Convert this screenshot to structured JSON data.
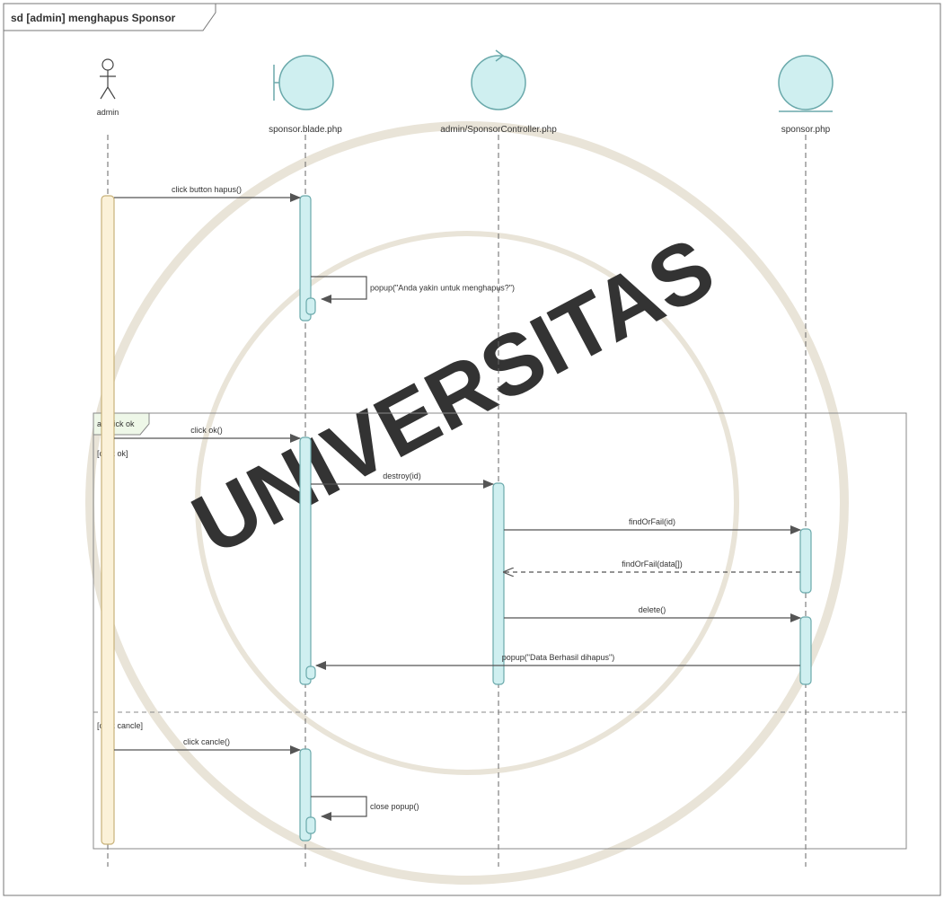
{
  "diagram": {
    "frame_title": "sd [admin] menghapus Sponsor",
    "watermark": "UNIVERSITAS",
    "colors": {
      "lifeline_fill": "#cfeff0",
      "lifeline_stroke": "#6aa9ab",
      "actor_activation_fill": "#fbf1d8",
      "actor_activation_stroke": "#c8b27a",
      "line": "#555555",
      "fragment_tab": "#eef7e8"
    },
    "lifelines": [
      {
        "name": "admin",
        "kind": "actor"
      },
      {
        "name": "sponsor.blade.php",
        "kind": "boundary"
      },
      {
        "name": "admin/SponsorController.php",
        "kind": "control"
      },
      {
        "name": "sponsor.php",
        "kind": "entity"
      }
    ],
    "fragment": {
      "label": "alt click ok",
      "guards": [
        "[click ok]",
        "[click cancle]"
      ]
    },
    "messages": [
      {
        "label": "click button hapus()",
        "from": "admin",
        "to": "sponsor.blade.php",
        "type": "sync"
      },
      {
        "label": "popup(\"Anda yakin untuk menghapus?\")",
        "from": "sponsor.blade.php",
        "to": "sponsor.blade.php",
        "type": "self"
      },
      {
        "label": "click ok()",
        "from": "admin",
        "to": "sponsor.blade.php",
        "type": "sync"
      },
      {
        "label": "destroy(id)",
        "from": "sponsor.blade.php",
        "to": "admin/SponsorController.php",
        "type": "sync"
      },
      {
        "label": "findOrFail(id)",
        "from": "admin/SponsorController.php",
        "to": "sponsor.php",
        "type": "sync"
      },
      {
        "label": "findOrFail(data[])",
        "from": "sponsor.php",
        "to": "admin/SponsorController.php",
        "type": "return"
      },
      {
        "label": "delete()",
        "from": "admin/SponsorController.php",
        "to": "sponsor.php",
        "type": "sync"
      },
      {
        "label": "popup(\"Data Berhasil dihapus\")",
        "from": "sponsor.php",
        "to": "sponsor.blade.php",
        "type": "sync"
      },
      {
        "label": "click cancle()",
        "from": "admin",
        "to": "sponsor.blade.php",
        "type": "sync"
      },
      {
        "label": "close popup()",
        "from": "sponsor.blade.php",
        "to": "sponsor.blade.php",
        "type": "self"
      }
    ]
  }
}
